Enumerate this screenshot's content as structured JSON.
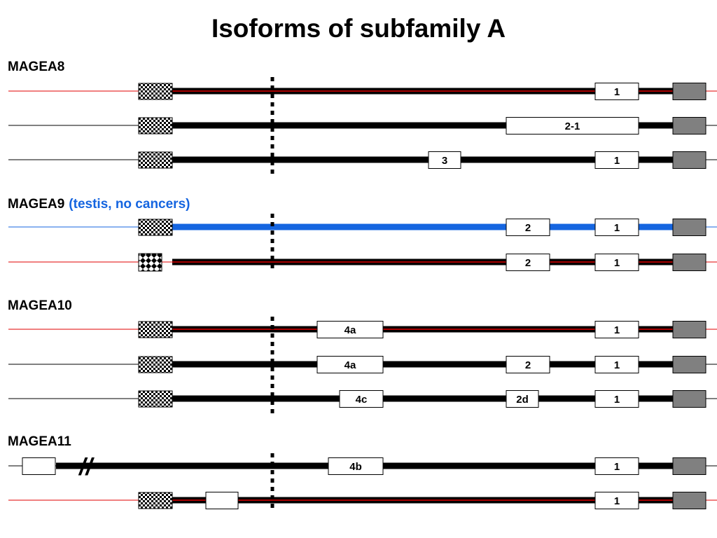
{
  "title": "Isoforms of subfamily A",
  "colors": {
    "black": "#000000",
    "red": "#e00000",
    "blue": "#1565e0",
    "grey_exon": "#808080",
    "white_exon": "#ffffff"
  },
  "groups": [
    {
      "name": "MAGEA8",
      "note": "",
      "isoforms": [
        {
          "style": "red",
          "first": "checker",
          "exons": [
            {
              "label": "1",
              "kind": "white"
            }
          ]
        },
        {
          "style": "black",
          "first": "checker",
          "exons": [
            {
              "label": "2-1",
              "kind": "white"
            }
          ]
        },
        {
          "style": "black",
          "first": "checker",
          "exons": [
            {
              "label": "3",
              "kind": "white"
            },
            {
              "label": "1",
              "kind": "white"
            }
          ]
        }
      ]
    },
    {
      "name": "MAGEA9",
      "note": "(testis, no cancers)",
      "isoforms": [
        {
          "style": "blue",
          "first": "checker",
          "exons": [
            {
              "label": "2",
              "kind": "white"
            },
            {
              "label": "1",
              "kind": "white"
            }
          ]
        },
        {
          "style": "red",
          "first": "diamond",
          "exons": [
            {
              "label": "2",
              "kind": "white"
            },
            {
              "label": "1",
              "kind": "white"
            }
          ]
        }
      ]
    },
    {
      "name": "MAGEA10",
      "note": "",
      "isoforms": [
        {
          "style": "red",
          "first": "checker",
          "exons": [
            {
              "label": "4a",
              "kind": "white"
            },
            {
              "label": "1",
              "kind": "white"
            }
          ]
        },
        {
          "style": "black",
          "first": "checker",
          "exons": [
            {
              "label": "4a",
              "kind": "white"
            },
            {
              "label": "2",
              "kind": "white"
            },
            {
              "label": "1",
              "kind": "white"
            }
          ]
        },
        {
          "style": "black",
          "first": "checker",
          "exons": [
            {
              "label": "4c",
              "kind": "white"
            },
            {
              "label": "2d",
              "kind": "white"
            },
            {
              "label": "1",
              "kind": "white"
            }
          ]
        }
      ]
    },
    {
      "name": "MAGEA11",
      "note": "",
      "isoforms": [
        {
          "style": "black",
          "first": "white",
          "break": "//",
          "exons": [
            {
              "label": "4b",
              "kind": "white"
            },
            {
              "label": "1",
              "kind": "white"
            }
          ]
        },
        {
          "style": "red",
          "first": "checker",
          "exons": [
            {
              "label": "",
              "kind": "white"
            },
            {
              "label": "1",
              "kind": "white"
            }
          ]
        }
      ]
    }
  ]
}
